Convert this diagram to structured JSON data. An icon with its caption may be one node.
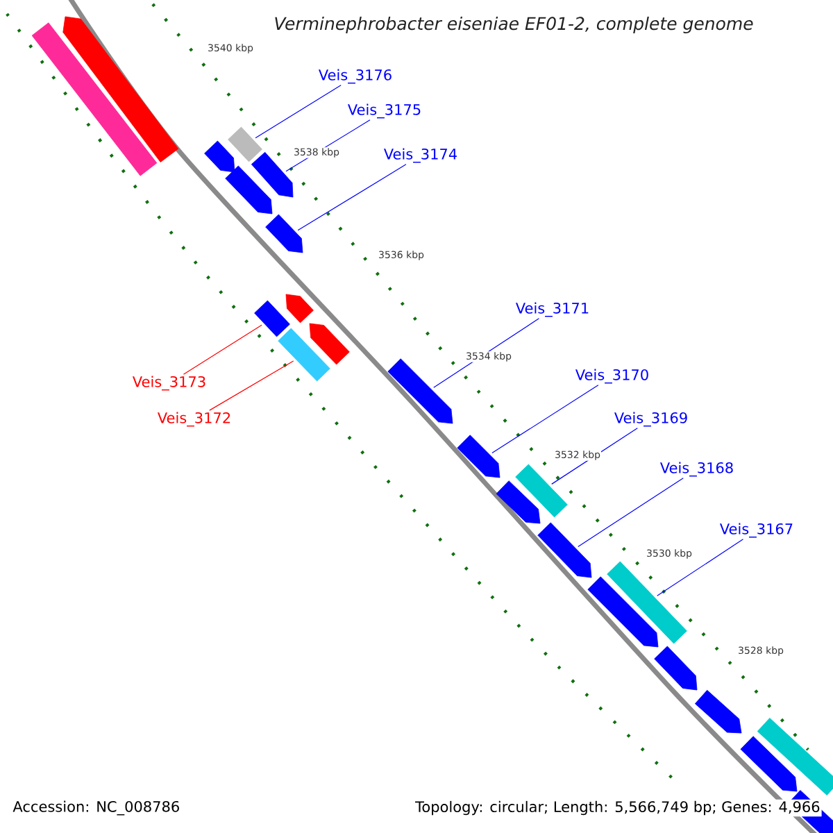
{
  "diagram": {
    "title": "Verminephrobacter eiseniae EF01-2, complete genome",
    "nodes": [
      {
        "text": [
          "Veis_3176"
        ]
      },
      {
        "text": [
          "Veis_3175"
        ]
      },
      {
        "text": [
          "Veis_3174"
        ]
      },
      {
        "text": [
          "Veis_3173"
        ]
      },
      {
        "text": [
          "Veis_3172"
        ]
      },
      {
        "text": [
          "Veis_3171"
        ]
      },
      {
        "text": [
          "Veis_3170"
        ]
      },
      {
        "text": [
          "Veis_3169"
        ]
      },
      {
        "text": [
          "Veis_3168"
        ]
      },
      {
        "text": [
          "Veis_3167"
        ]
      },
      {
        "text": [],
        "shape": "bar"
      },
      {
        "text": [],
        "shape": "arrow"
      },
      {
        "text": [],
        "shape": "arrow"
      },
      {
        "text": [],
        "shape": "bar"
      },
      {
        "text": [],
        "shape": "arrow"
      },
      {
        "text": [],
        "shape": "arrow"
      },
      {
        "text": [],
        "shape": "arrow"
      },
      {
        "text": [],
        "shape": "arrow"
      },
      {
        "text": [],
        "shape": "bar"
      },
      {
        "text": [],
        "shape": "arrow"
      },
      {
        "text": [],
        "shape": "bar"
      },
      {
        "text": [],
        "shape": "arrow"
      },
      {
        "text": [],
        "shape": "arrow"
      },
      {
        "text": [],
        "shape": "bar"
      },
      {
        "text": [],
        "shape": "arrow"
      },
      {
        "text": [],
        "shape": "arrow"
      },
      {
        "text": [],
        "shape": "bar"
      },
      {
        "text": [],
        "shape": "arrow"
      },
      {
        "text": [],
        "shape": "arrow"
      },
      {
        "text": [],
        "shape": "arrow"
      },
      {
        "text": [],
        "shape": "arrow"
      },
      {
        "text": [],
        "shape": "bar"
      },
      {
        "text": [],
        "shape": "bar"
      }
    ],
    "edges": [
      {
        "from": 0,
        "to": 13,
        "arrow": "none"
      },
      {
        "from": 1,
        "to": 14,
        "arrow": "none"
      },
      {
        "from": 2,
        "to": 16,
        "arrow": "none"
      },
      {
        "from": 3,
        "to": 18,
        "arrow": "none",
        "color": "#ff0000"
      },
      {
        "from": 4,
        "to": 20,
        "arrow": "none",
        "color": "#ff0000"
      },
      {
        "from": 5,
        "to": 21,
        "arrow": "none"
      },
      {
        "from": 6,
        "to": 22,
        "arrow": "none"
      },
      {
        "from": 7,
        "to": 23,
        "arrow": "none"
      },
      {
        "from": 8,
        "to": 25,
        "arrow": "none"
      },
      {
        "from": 9,
        "to": 26,
        "arrow": "none"
      }
    ],
    "labels": [
      "3540 kbp",
      "3538 kbp",
      "3536 kbp",
      "3534 kbp",
      "3532 kbp",
      "3530 kbp",
      "3528 kbp",
      "Accession: NC_008786",
      "Topology: circular; Length: 5,566,749 bp; Genes: 4,966"
    ]
  }
}
